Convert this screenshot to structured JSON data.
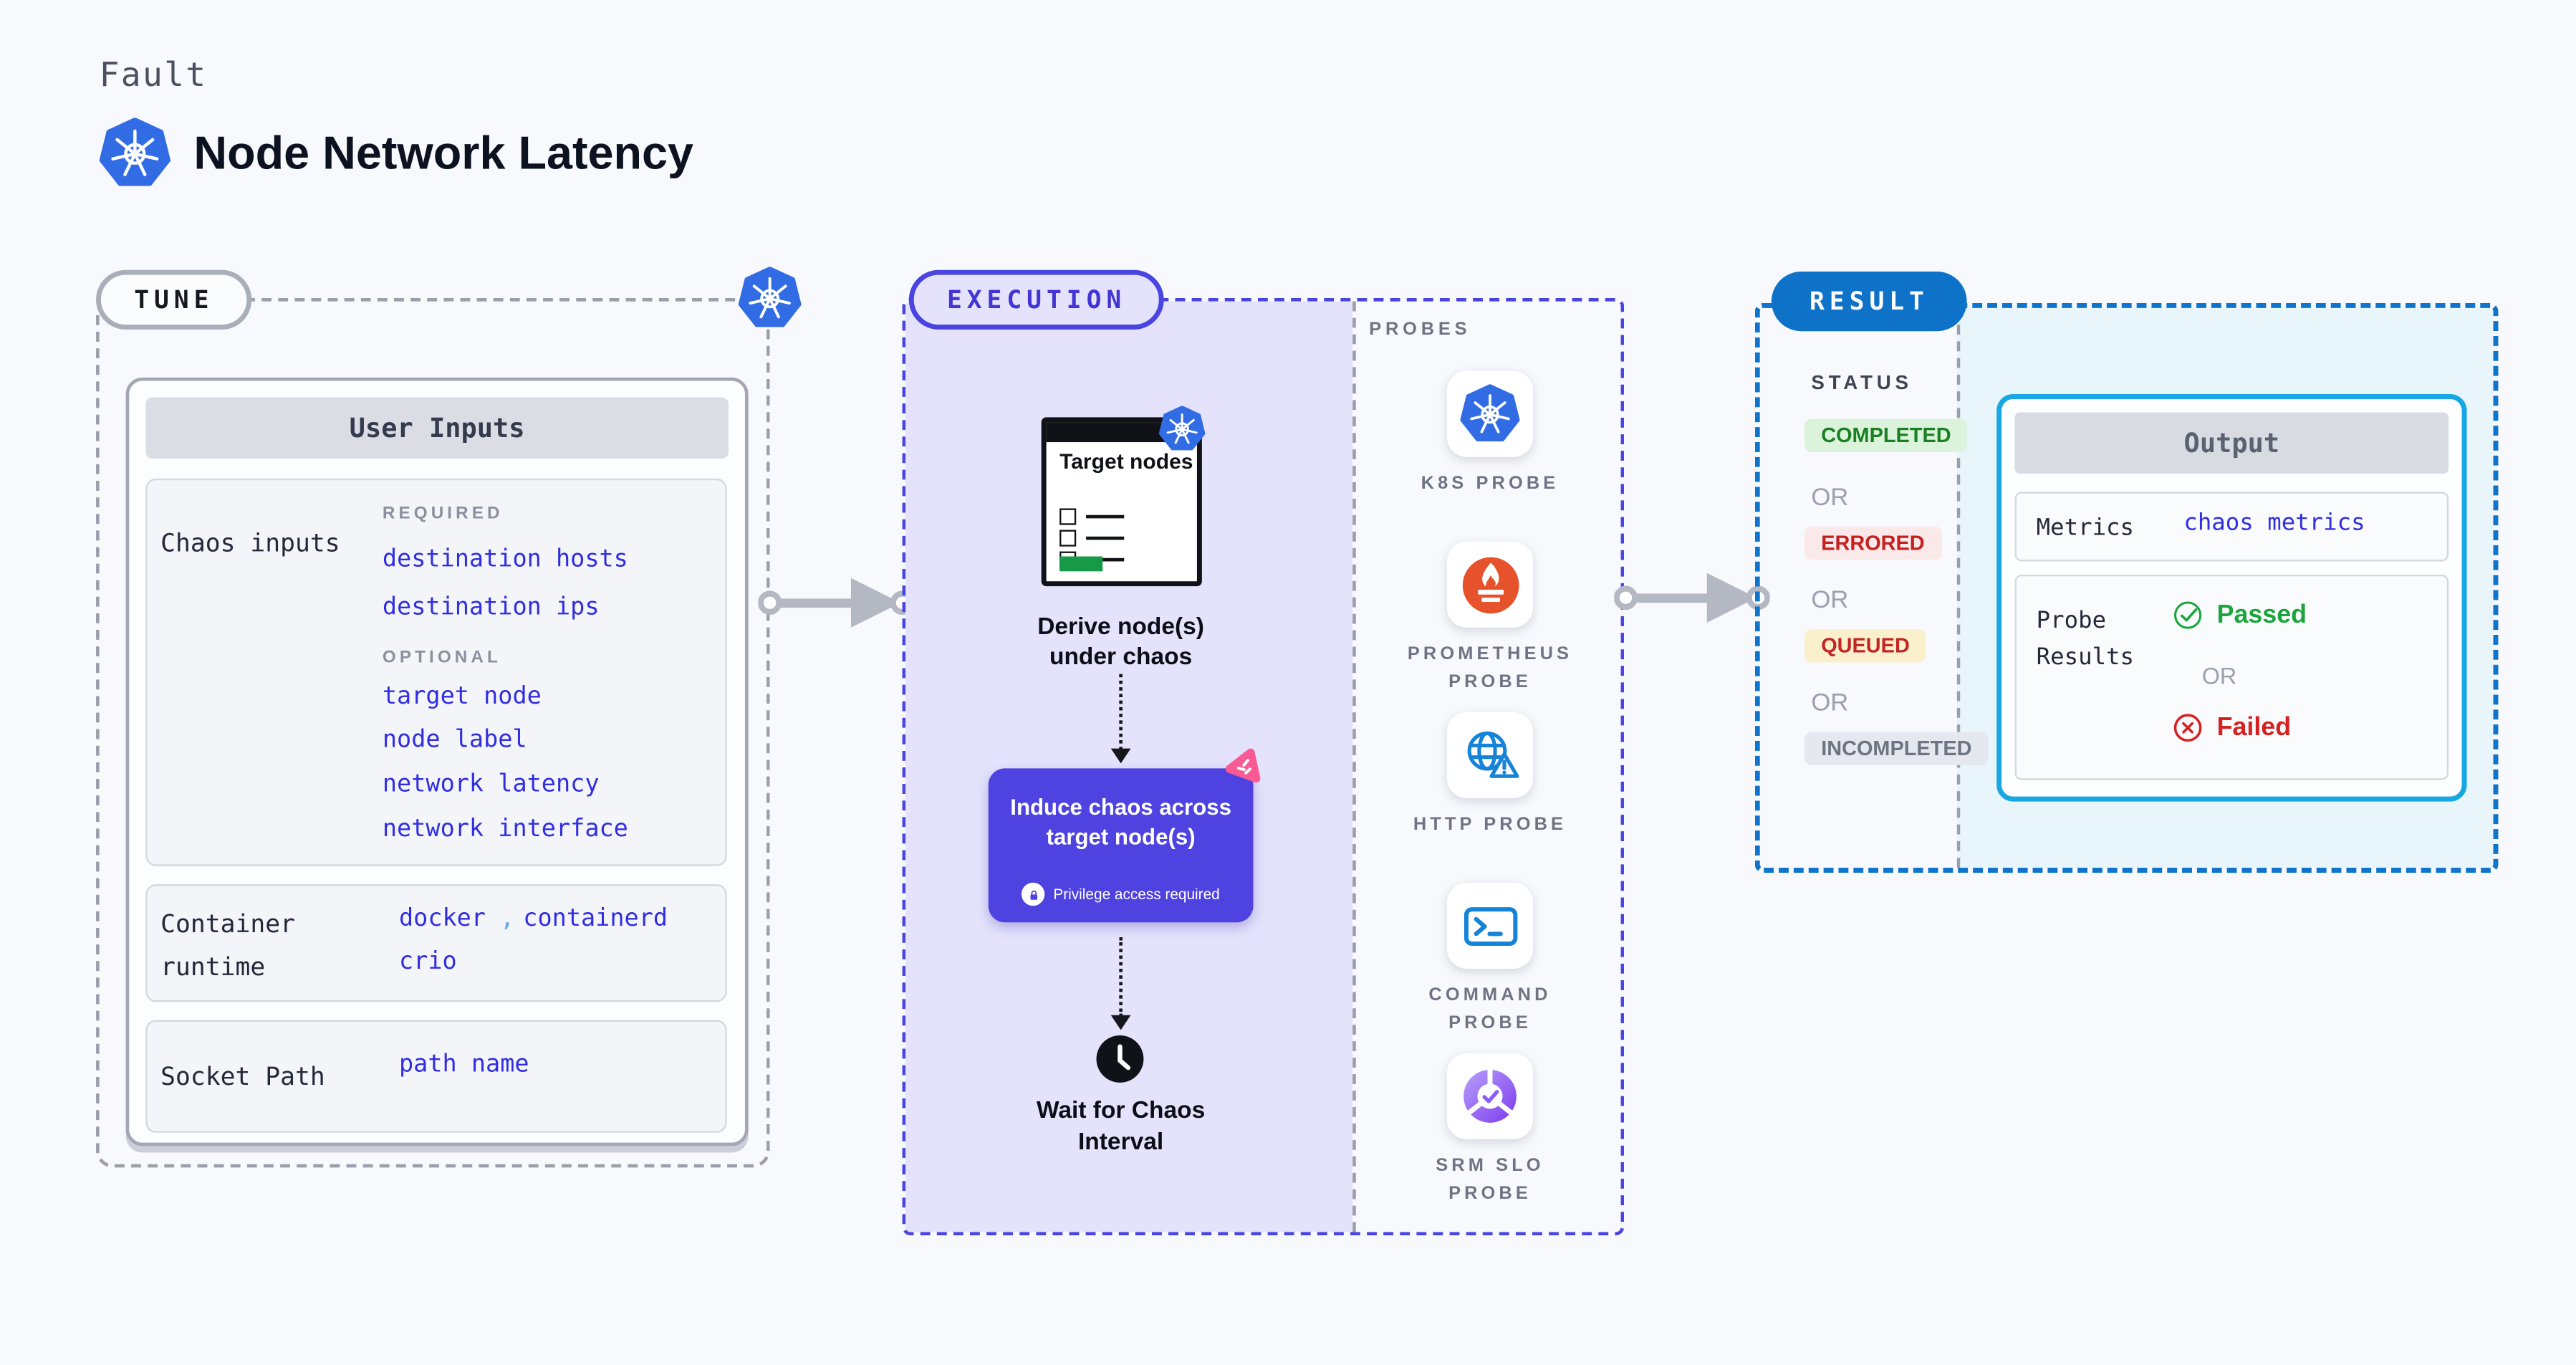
{
  "header": {
    "eyebrow": "Fault",
    "title": "Node Network Latency"
  },
  "tune": {
    "badge": "TUNE",
    "card_title": "User Inputs",
    "chaos": {
      "label": "Chaos inputs",
      "required_heading": "REQUIRED",
      "required": [
        "destination hosts",
        "destination ips"
      ],
      "optional_heading": "OPTIONAL",
      "optional": [
        "target node",
        "node label",
        "network latency",
        "network interface"
      ]
    },
    "runtime": {
      "label": "Container runtime",
      "comma": ",",
      "values": [
        "docker",
        "containerd",
        "crio"
      ]
    },
    "socket": {
      "label": "Socket Path",
      "value": "path name"
    }
  },
  "execution": {
    "badge": "EXECUTION",
    "target_card_title": "Target nodes",
    "step_derive": "Derive node(s) under chaos",
    "induce_title": "Induce chaos across target node(s)",
    "induce_note": "Privilege access required",
    "step_wait": "Wait for Chaos Interval"
  },
  "probes": {
    "heading": "PROBES",
    "items": [
      {
        "label": "K8S PROBE",
        "icon": "kubernetes-icon"
      },
      {
        "label": "PROMETHEUS PROBE",
        "icon": "prometheus-icon"
      },
      {
        "label": "HTTP PROBE",
        "icon": "globe-warning-icon"
      },
      {
        "label": "COMMAND PROBE",
        "icon": "terminal-icon"
      },
      {
        "label": "SRM SLO PROBE",
        "icon": "slo-donut-check-icon"
      }
    ]
  },
  "result": {
    "badge": "RESULT",
    "status_heading": "STATUS",
    "or": "OR",
    "statuses": [
      {
        "label": "COMPLETED",
        "type": "green"
      },
      {
        "label": "ERRORED",
        "type": "red"
      },
      {
        "label": "QUEUED",
        "type": "yellow"
      },
      {
        "label": "INCOMPLETED",
        "type": "gray"
      }
    ],
    "output": {
      "title": "Output",
      "metrics_label": "Metrics",
      "metrics_value": "chaos metrics",
      "probe_results_label": "Probe Results",
      "passed": "Passed",
      "failed": "Failed"
    }
  },
  "colors": {
    "page_bg": "#f8f9fc",
    "accent_indigo": "#4a45e0",
    "induce_card": "#4e43e0",
    "lavender_panel": "#e4e3fb",
    "accent_blue": "#0e72c9",
    "accent_cyan": "#17a7e2",
    "cyan_panel": "#e8f5fb",
    "link_blue": "#312ee2",
    "green": "#1b7f24",
    "red": "#c42020",
    "pink": "#fa5a93",
    "k8s_blue": "#326ce5",
    "prometheus_orange": "#e6522c",
    "slo_purple": "#7c3aed",
    "arrow_gray": "#b4b8c3"
  }
}
